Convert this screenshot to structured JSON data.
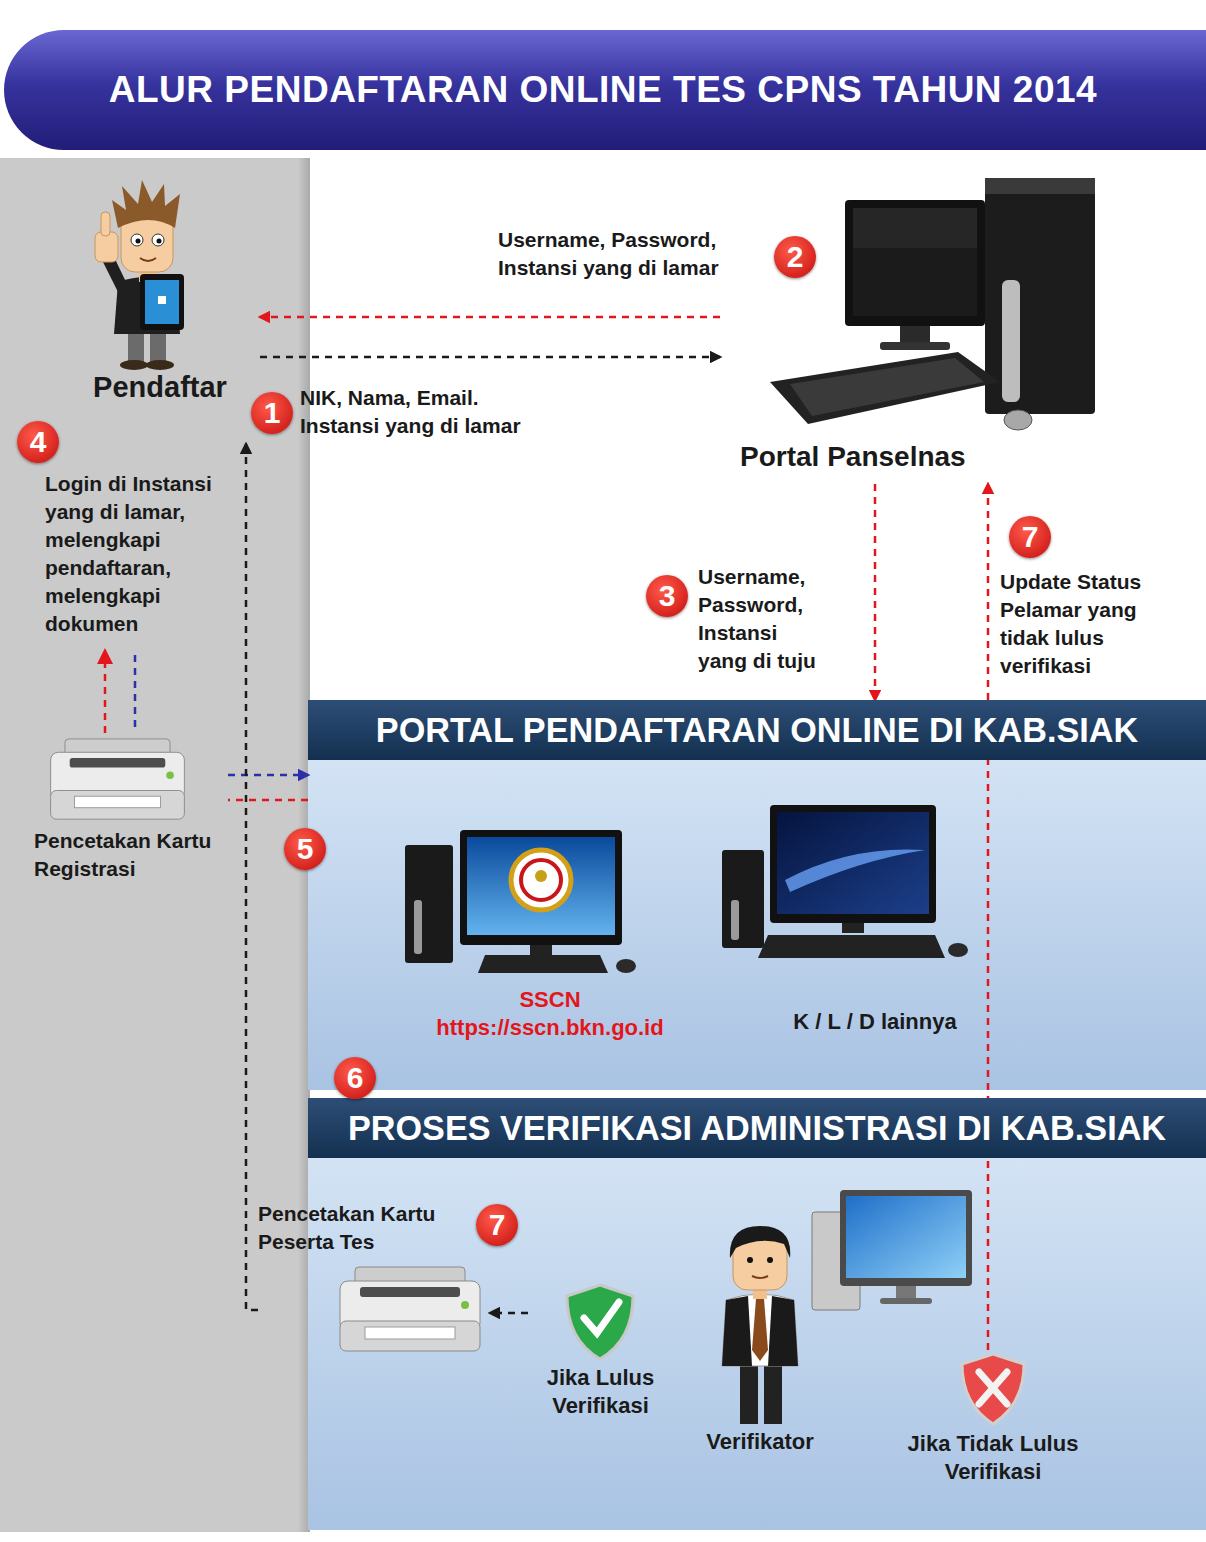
{
  "diagram": {
    "title": "ALUR PENDAFTARAN ONLINE TES CPNS TAHUN 2014",
    "nodes": [
      {
        "text": [
          "Pendaftar"
        ]
      },
      {
        "text": [
          "Portal Panselnas"
        ]
      },
      {
        "text": [
          "Pencetakan Kartu Registrasi"
        ]
      },
      {
        "text": [
          "PORTAL PENDAFTARAN ONLINE DI KAB.SIAK"
        ]
      },
      {
        "text": [
          "SSCN",
          "https://sscn.bkn.go.id"
        ],
        "in": 3
      },
      {
        "text": [
          "K / L / D lainnya"
        ],
        "in": 3
      },
      {
        "text": [
          "PROSES VERIFIKASI ADMINISTRASI DI KAB.SIAK"
        ]
      },
      {
        "text": [
          "Pencetakan Kartu Peserta Tes"
        ],
        "in": 6
      },
      {
        "text": [
          "Jika Lulus Verifikasi"
        ],
        "in": 6
      },
      {
        "text": [
          "Verifikator"
        ],
        "in": 6
      },
      {
        "text": [
          "Jika Tidak Lulus Verifikasi"
        ],
        "in": 6
      }
    ],
    "edges": [
      {
        "from": 0,
        "to": 1,
        "arrow": "to",
        "label": "NIK, Nama, Email. Instansi yang di lamar"
      },
      {
        "from": 1,
        "to": 0,
        "arrow": "to",
        "label": "Username, Password, Instansi yang di lamar"
      },
      {
        "from": 1,
        "to": 3,
        "arrow": "to",
        "label": "Username, Password, Instansi yang di tuju"
      },
      {
        "from": 2,
        "to": 3,
        "arrow": "to"
      },
      {
        "from": 3,
        "to": 2,
        "arrow": "none"
      },
      {
        "from": 8,
        "to": 7,
        "arrow": "to"
      },
      {
        "from": 7,
        "to": 0,
        "arrow": "to"
      },
      {
        "from": 10,
        "to": 1,
        "arrow": "to",
        "label": "Update Status Pelamar yang tidak lulus verifikasi"
      }
    ],
    "labels": [
      "2",
      "1",
      "4",
      "Login di Instansi yang di lamar, melengkapi pendaftaran, melengkapi dokumen",
      "7",
      "3",
      "5",
      "6",
      "7"
    ]
  }
}
